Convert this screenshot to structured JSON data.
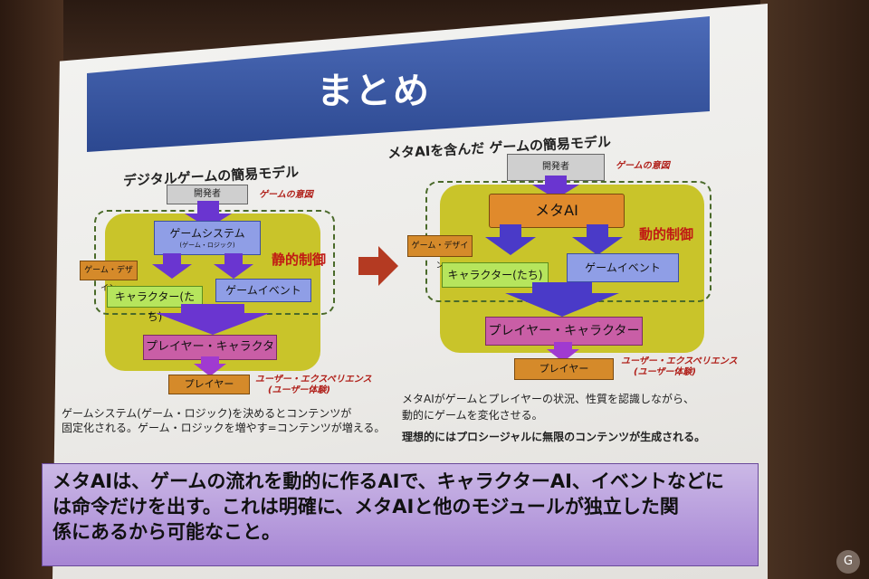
{
  "title": "まとめ",
  "left": {
    "heading": "デジタルゲームの簡易モデル",
    "developer": "開発者",
    "intent": "ゲームの意図",
    "game_system": "ゲームシステム",
    "game_logic": "(ゲーム・ロジック)",
    "static_control": "静的制御",
    "game_design": "ゲーム・デザイン",
    "characters": "キャラクター(たち)",
    "game_event": "ゲームイベント",
    "player_character": "プレイヤー・キャラクター",
    "player": "プレイヤー",
    "user_experience": "ユーザー・エクスペリエンス",
    "user_experience_sub": "(ユーザー体験)",
    "caption_line1": "ゲームシステム(ゲーム・ロジック)を決めるとコンテンツが",
    "caption_line2": "固定化される。ゲーム・ロジックを増やす=コンテンツが増える。"
  },
  "right": {
    "heading": "メタAIを含んだ ゲームの簡易モデル",
    "developer": "開発者",
    "intent": "ゲームの意図",
    "meta_ai": "メタAI",
    "dynamic_control": "動的制御",
    "game_design": "ゲーム・デザイン",
    "characters": "キャラクター(たち)",
    "game_event": "ゲームイベント",
    "player_character": "プレイヤー・キャラクター",
    "player": "プレイヤー",
    "user_experience": "ユーザー・エクスペリエンス",
    "user_experience_sub": "(ユーザー体験)",
    "caption_line1": "メタAIがゲームとプレイヤーの状況、性質を認識しながら、",
    "caption_line2": "動的にゲームを変化させる。",
    "caption_line3": "理想的にはプロシージャルに無限のコンテンツが生成される。"
  },
  "summary": {
    "line1": "メタAIは、ゲームの流れを動的に作るAIで、キャラクターAI、イベントなどに",
    "line2": "は命令だけを出す。これは明確に、メタAIと他のモジュールが独立した関",
    "line3": "係にあるから可能なこと。"
  },
  "colors": {
    "title_bar": "#3a58a4",
    "yellow_area": "#c9c42a",
    "blue_box": "#8f9ee6",
    "green_box": "#b6e55d",
    "pink_box": "#c95ea6",
    "orange_box": "#d58a2a",
    "arrow_purple": "#6a35d0",
    "summary_bg": "#b79ae0"
  }
}
